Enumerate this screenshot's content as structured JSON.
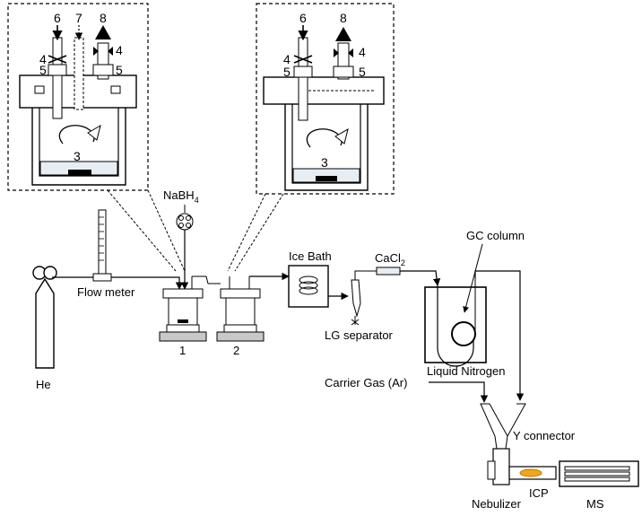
{
  "inset_left": {
    "port_numbers": [
      "6",
      "7",
      "8"
    ],
    "valve_label": "4",
    "fitting_label": "5",
    "vessel_label": "3"
  },
  "inset_right": {
    "port_numbers": [
      "6",
      "8"
    ],
    "valve_label": "4",
    "fitting_label": "5",
    "vessel_label": "3"
  },
  "components": {
    "reductant": "NaBH",
    "reductant_sub": "4",
    "flow_meter": "Flow meter",
    "helium": "He",
    "reactor_1": "1",
    "reactor_2": "2",
    "ice_bath": "Ice Bath",
    "drying_agent": "CaCl",
    "drying_agent_sub": "2",
    "lg_separator": "LG separator",
    "gc_column": "GC column",
    "liquid_nitrogen": "Liquid Nitrogen",
    "carrier_gas": "Carrier Gas (Ar)",
    "y_connector": "Y connector",
    "nebulizer": "Nebulizer",
    "icp": "ICP",
    "ms": "MS"
  },
  "colors": {
    "line": "#000000",
    "base_gray": "#c8c8c8",
    "frit": "#e6eef4",
    "flame": "#f2a51a"
  }
}
